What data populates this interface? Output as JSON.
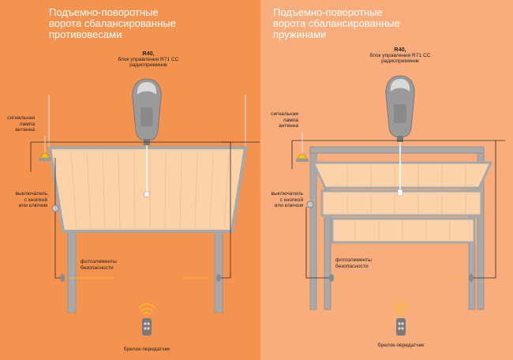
{
  "colors": {
    "left_background": "#f4934f",
    "right_background": "#f9ad7c",
    "door_panel": "#fcd2a8",
    "frame": "#a8a8a8",
    "lamp": "#f6c21a"
  },
  "left": {
    "title": [
      "Подъемно-поворотные",
      "ворота сбалансированные",
      "противовесами"
    ],
    "drive_model": "R40,",
    "drive_unit": "блок управления R71 CC",
    "drive_receiver": "радиоприемник",
    "lamp_label": [
      "сигнальная",
      "лампа",
      "антенна"
    ],
    "switch_label": [
      "выключатель",
      "с кнопкой",
      "или ключом"
    ],
    "photo_label": [
      "фотоэлементы",
      "безопасности"
    ],
    "remote_label": "брелок-передатчик"
  },
  "right": {
    "title": [
      "Подъемно-поворотные",
      "ворота сбалансированные",
      "пружинами"
    ],
    "drive_model": "R40,",
    "drive_unit": "блок управления R71 CC",
    "drive_receiver": "радиоприемник",
    "lamp_label": [
      "сигнальная",
      "лампа",
      "антенна"
    ],
    "switch_label": [
      "выключатель",
      "с кнопкой",
      "или ключом"
    ],
    "photo_label": [
      "фотоэлементы",
      "безопасности"
    ],
    "remote_label": "брелок-передатчик"
  },
  "icons": {
    "motor": "motor-drive-icon",
    "lamp": "warning-lamp-icon",
    "switch": "key-switch-icon",
    "photocell": "photocell-icon",
    "remote": "remote-transmitter-icon"
  }
}
